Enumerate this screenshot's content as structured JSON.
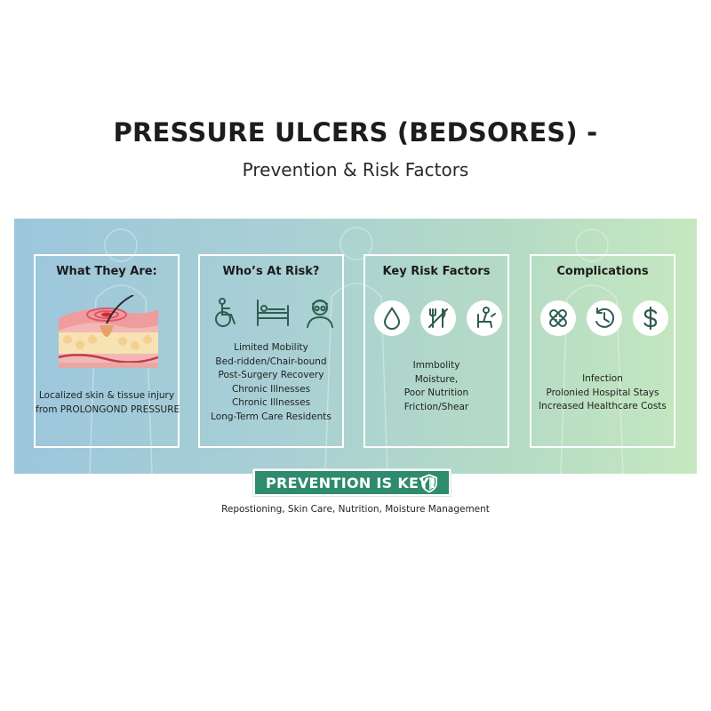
{
  "header": {
    "title": "PRESSURE ULCERS (BEDSORES) -",
    "subtitle": "Prevention & Risk Factors"
  },
  "colors": {
    "accent_green": "#2e8b6e",
    "banner_left": "#9cc6dc",
    "banner_right": "#c6e8c0",
    "icon_dark": "#2f5d50",
    "wound_red": "#d9263a"
  },
  "panels": [
    {
      "title": "What They Are:",
      "icons": [
        "skin-cross-section-illustration"
      ],
      "lines": [
        "Localized skin & tissue injury",
        "from PROLONGOND PRESSURE"
      ]
    },
    {
      "title": "Who’s At Risk?",
      "icons": [
        "wheelchair-icon",
        "hospital-bed-icon",
        "elderly-person-icon"
      ],
      "lines": [
        "Limited Mobility",
        "Bed-ridden/Chair-bound",
        "Post-Surgery Recovery",
        "Chronic Illnesses",
        "Chronic Illnesses",
        "Long-Term Care Residents"
      ]
    },
    {
      "title": "Key Risk Factors",
      "icons": [
        "water-drop-icon",
        "no-food-icon",
        "friction-seat-icon"
      ],
      "lines": [
        "Immbolity",
        "Moisture,",
        "Poor Nutrition",
        "Friction/Shear"
      ]
    },
    {
      "title": "Complications",
      "icons": [
        "bandage-icon",
        "clock-icon",
        "dollar-icon"
      ],
      "lines": [
        "Infection",
        "Prolonied Hospital Stays",
        "Increased Healthcare Costs"
      ]
    }
  ],
  "prevention": {
    "label": "PREVENTION IS KEY!",
    "icon": "shield-icon",
    "caption": "Repostioning, Skin Care, Nutrition, Moisture Management"
  }
}
